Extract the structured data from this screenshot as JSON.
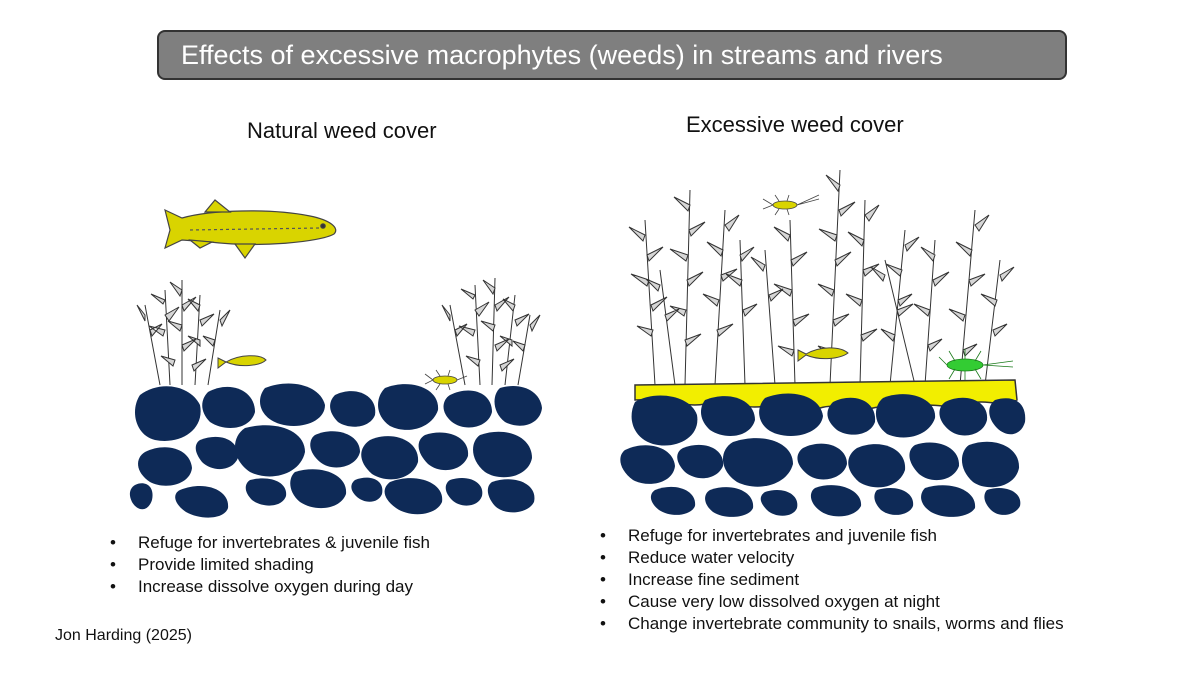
{
  "title": "Effects of excessive macrophytes (weeds) in streams and rivers",
  "left_panel": {
    "heading": "Natural weed cover",
    "bullets": [
      "Refuge for invertebrates & juvenile fish",
      "Provide limited shading",
      "Increase dissolve oxygen during day"
    ]
  },
  "right_panel": {
    "heading": "Excessive weed cover",
    "bullets": [
      "Refuge for invertebrates and juvenile fish",
      "Reduce water velocity",
      "Increase fine sediment",
      "Cause very low dissolved oxygen at night",
      "Change invertebrate community to snails, worms and flies"
    ]
  },
  "credit": "Jon Harding (2025)",
  "colors": {
    "stone": "#0e2a57",
    "fish": "#d9d400",
    "sediment": "#f2ee00",
    "weed_fill": "#d6d6d6",
    "weed_stroke": "#333333",
    "insect_green": "#33cc33"
  }
}
